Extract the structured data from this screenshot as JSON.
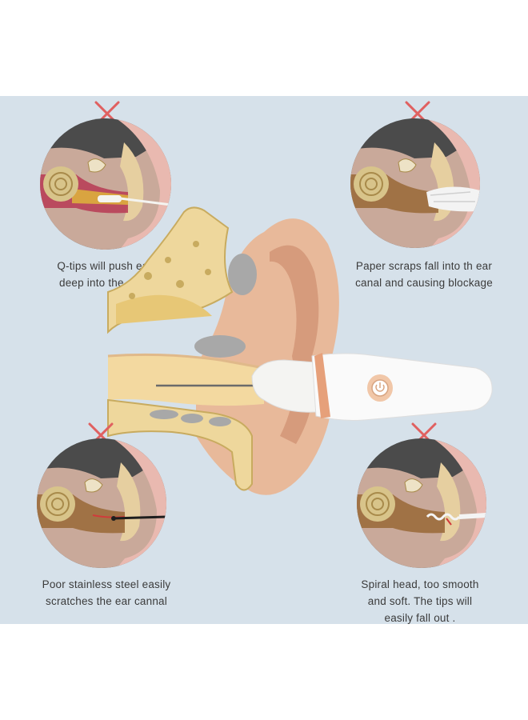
{
  "colors": {
    "panel_background": "#d6e1ea",
    "cross_mark": "#e06060",
    "circle_background": "#4b4b4b",
    "caption_text": "#3b3b3b"
  },
  "scenes": {
    "top_left": {
      "icon": "cross-icon",
      "tool": "cotton-swab",
      "caption_lines": [
        "Q-tips will push ear wax",
        "deep into the ear canal"
      ]
    },
    "top_right": {
      "icon": "cross-icon",
      "tool": "paper-scrap",
      "caption_lines": [
        "Paper scraps fall into th ear",
        "canal  and causing blockage"
      ]
    },
    "bottom_left": {
      "icon": "cross-icon",
      "tool": "stainless-steel-pick",
      "caption_lines": [
        "Poor stainless steel easily",
        "scratches the ear cannal"
      ]
    },
    "bottom_right": {
      "icon": "cross-icon",
      "tool": "spiral-head",
      "caption_lines": [
        "Spiral head, too smooth",
        "and soft. The tips will",
        "easily fall out ."
      ]
    }
  }
}
